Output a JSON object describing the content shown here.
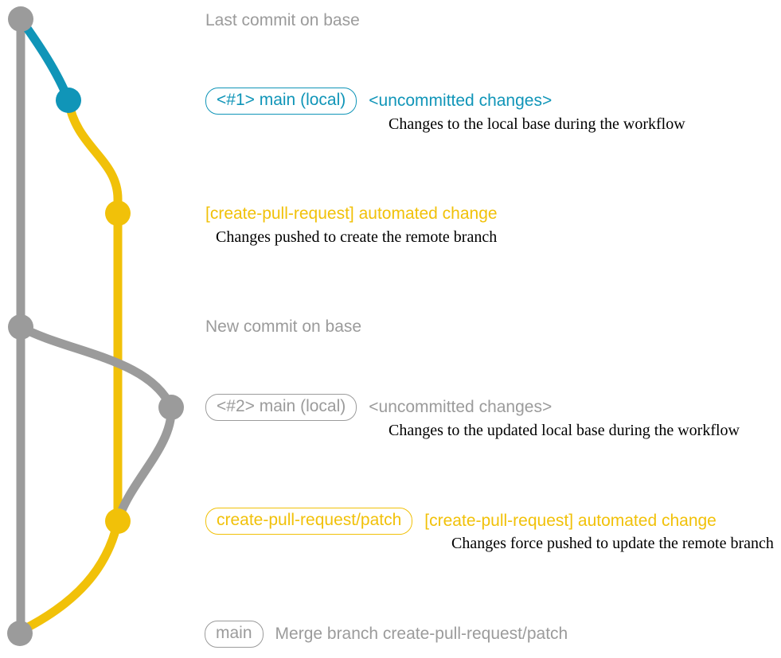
{
  "colors": {
    "gray": "#9b9b9b",
    "teal": "#1095b8",
    "yellow": "#f1c109",
    "note": "#000000",
    "background": "#ffffff"
  },
  "rows": [
    {
      "message": "Last commit on base"
    },
    {
      "branch_label": "<#1> main (local)",
      "message": "<uncommitted changes>",
      "note": "Changes to the local base during the workflow"
    },
    {
      "message": "[create-pull-request] automated change",
      "note": "Changes pushed to create the remote branch"
    },
    {
      "message": "New commit on base"
    },
    {
      "branch_label": "<#2> main (local)",
      "message": "<uncommitted changes>",
      "note": "Changes to the updated local base during the workflow"
    },
    {
      "branch_label": "create-pull-request/patch",
      "message": "[create-pull-request] automated change",
      "note": "Changes force pushed to update the remote branch"
    },
    {
      "branch_label": "main",
      "message": "Merge branch create-pull-request/patch"
    }
  ]
}
